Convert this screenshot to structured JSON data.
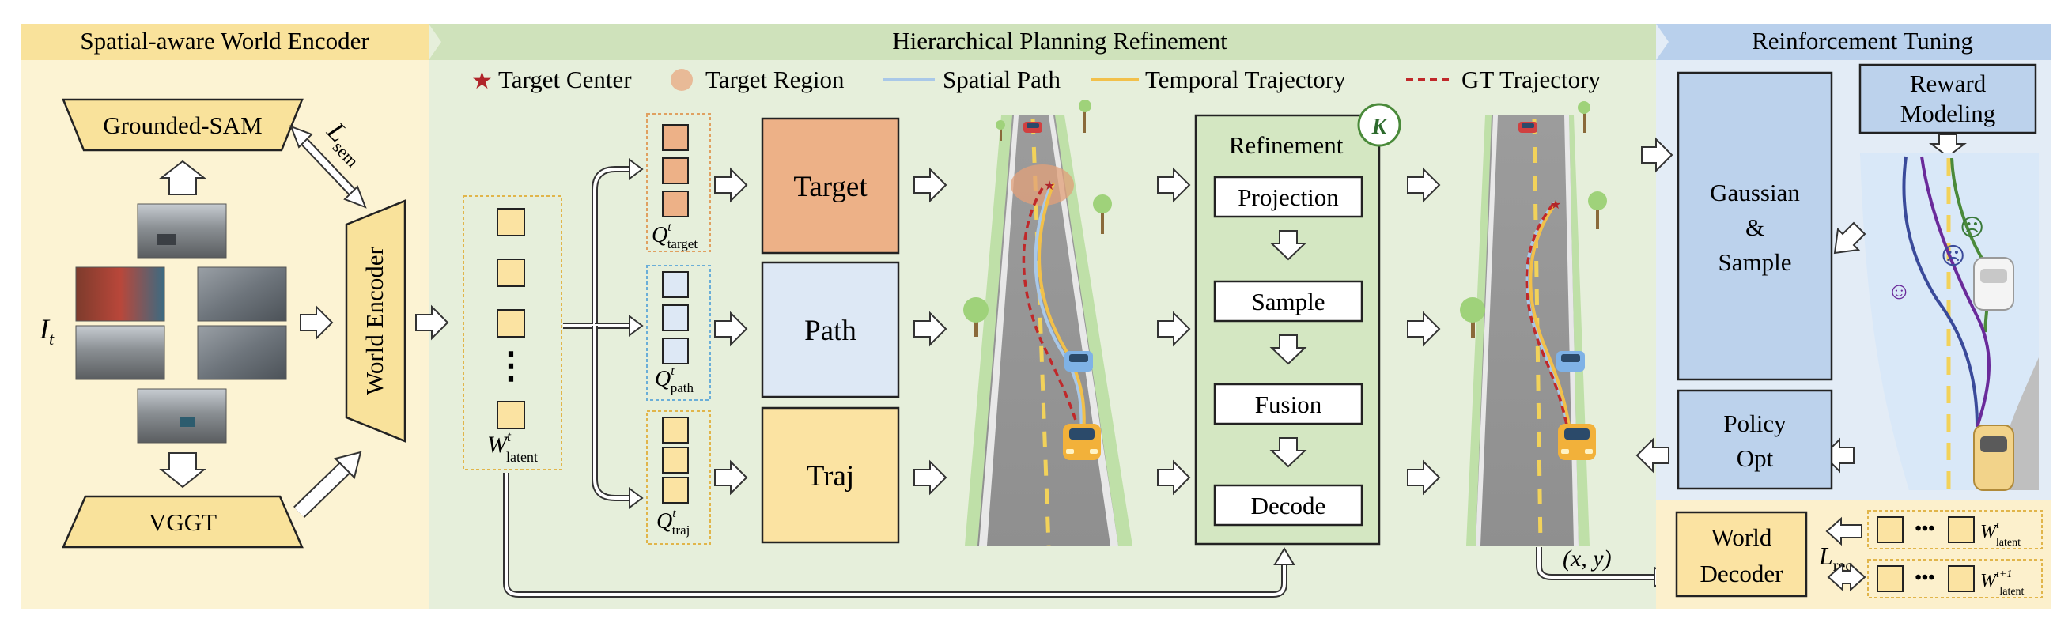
{
  "sections": {
    "encoder": {
      "title": "Spatial-aware World Encoder"
    },
    "planning": {
      "title": "Hierarchical Planning Refinement"
    },
    "tuning": {
      "title": "Reinforcement Tuning"
    }
  },
  "legend": {
    "target_center": "Target Center",
    "target_region": "Target Region",
    "spatial_path": "Spatial Path",
    "temporal_trajectory": "Temporal Trajectory",
    "gt_trajectory": "GT Trajectory"
  },
  "encoder": {
    "grounded_sam": "Grounded-SAM",
    "vggt": "VGGT",
    "world_encoder": "World Encoder",
    "input_symbol": "I",
    "input_sub": "t",
    "loss_symbol": "L",
    "loss_sub": "sem"
  },
  "latent": {
    "dots": "⋮",
    "symbol": "W",
    "sup": "t",
    "sub": "latent"
  },
  "queries": {
    "target": {
      "symbol": "Q",
      "sup": "t",
      "sub": "target"
    },
    "path": {
      "symbol": "Q",
      "sup": "t",
      "sub": "path"
    },
    "traj": {
      "symbol": "Q",
      "sup": "t",
      "sub": "traj"
    }
  },
  "heads": {
    "target": "Target",
    "path": "Path",
    "traj": "Traj"
  },
  "refinement": {
    "title": "Refinement",
    "badge": "K",
    "steps": [
      "Projection",
      "Sample",
      "Fusion",
      "Decode"
    ]
  },
  "output": {
    "coord": "(x, y)"
  },
  "tuning": {
    "gaussian_line1": "Gaussian",
    "gaussian_line2": "&",
    "gaussian_line3": "Sample",
    "reward_line1": "Reward",
    "reward_line2": "Modeling",
    "policy_line1": "Policy",
    "policy_line2": "Opt",
    "decoder_line1": "World",
    "decoder_line2": "Decoder",
    "rec_symbol": "L",
    "rec_sub": "rec",
    "dots": "•••",
    "w_now": {
      "symbol": "W",
      "sup": "t",
      "sub": "latent"
    },
    "w_next": {
      "symbol": "W",
      "sup": "t+1",
      "sub": "latent"
    },
    "faces": [
      "☹",
      "☹",
      "☺"
    ]
  },
  "colors": {
    "encoder_bg": "#fcf3d3",
    "encoder_header": "#f9e29b",
    "planning_bg": "#e6efdb",
    "planning_header": "#cfe2bb",
    "tuning_bg": "#e3ecf6",
    "tuning_header": "#b9d0ec",
    "target": "#edb187",
    "path": "#dde8f5",
    "traj": "#fbe3a2",
    "refine": "#d4e7c2",
    "gt": "#c0282a",
    "spatial": "#a9c8e8",
    "temporal": "#f2c04a"
  }
}
